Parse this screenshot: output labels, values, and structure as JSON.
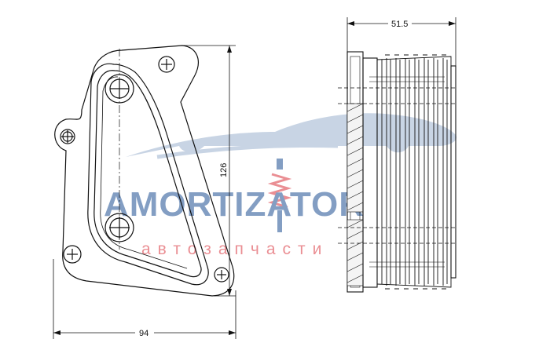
{
  "drawing": {
    "dimensions": {
      "width": "94",
      "height": "126",
      "depth": "51.5"
    }
  },
  "watermark": {
    "brand": "AMORTIZATOR",
    "tagline": "автозапчасти",
    "colors": {
      "blue": "#1e4f93",
      "red": "#d9323b",
      "swoosh": "#9cb2cf"
    }
  }
}
